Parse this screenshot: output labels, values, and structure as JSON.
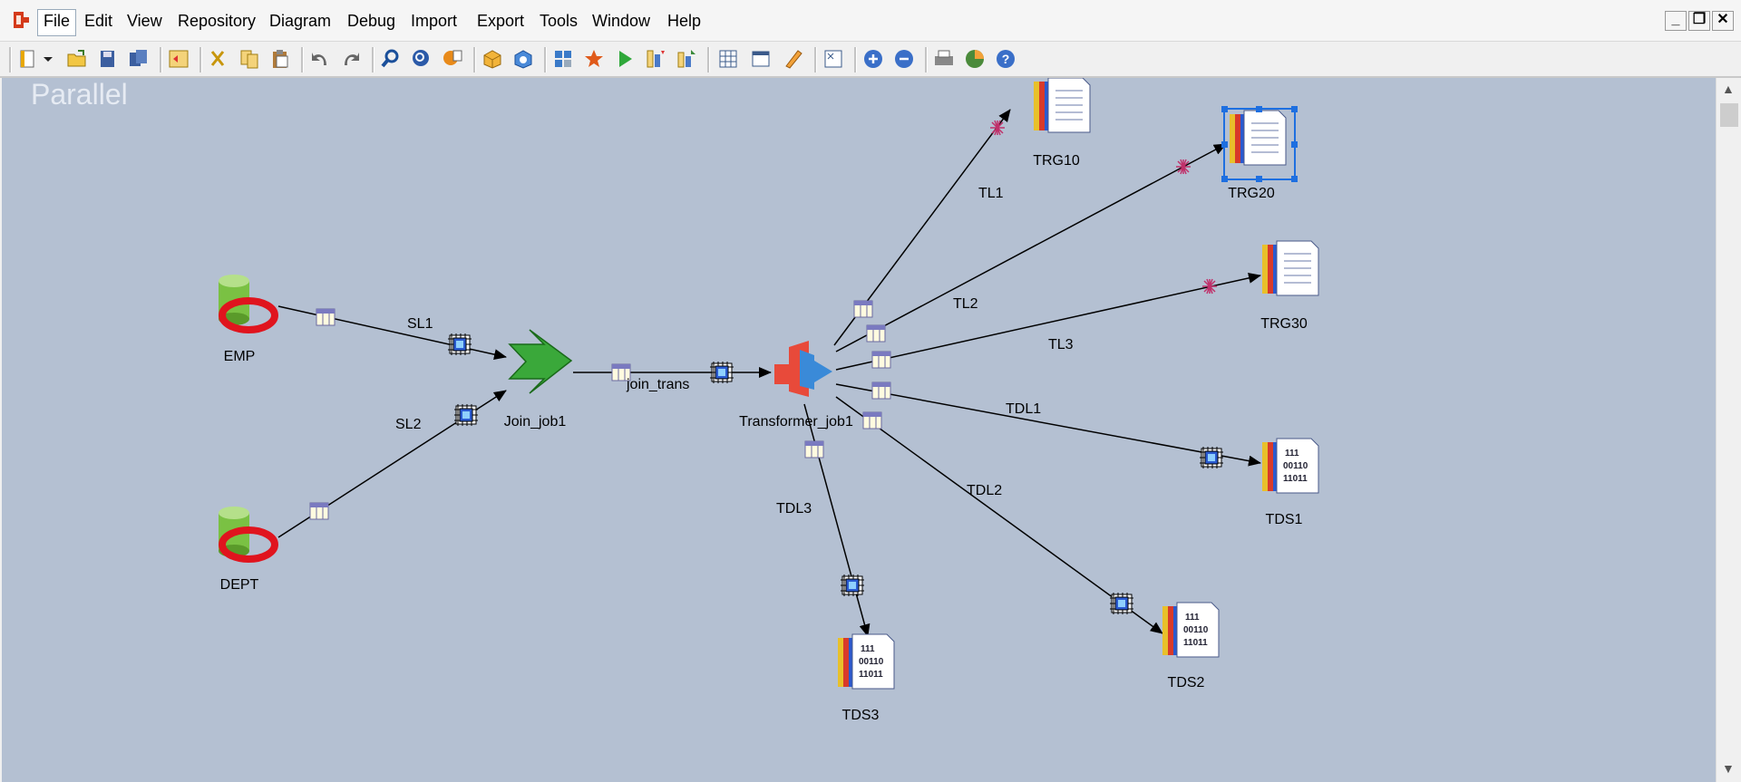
{
  "menu": {
    "file": "File",
    "edit": "Edit",
    "view": "View",
    "repository": "Repository",
    "diagram": "Diagram",
    "debug": "Debug",
    "import": "Import",
    "export": "Export",
    "tools": "Tools",
    "window": "Window",
    "help": "Help"
  },
  "window_controls": {
    "minimize": "_",
    "restore": "❐",
    "close": "✕"
  },
  "canvas": {
    "watermark": "Parallel"
  },
  "stages": {
    "emp": "EMP",
    "dept": "DEPT",
    "join": "Join_job1",
    "transformer": "Transformer_job1",
    "trg10": "TRG10",
    "trg20": "TRG20",
    "trg30": "TRG30",
    "tds1": "TDS1",
    "tds2": "TDS2",
    "tds3": "TDS3"
  },
  "links": {
    "sl1": "SL1",
    "sl2": "SL2",
    "join_trans": "join_trans",
    "tl1": "TL1",
    "tl2": "TL2",
    "tl3": "TL3",
    "tdl1": "TDL1",
    "tdl2": "TDL2",
    "tdl3": "TDL3"
  },
  "file_bits": {
    "l1": "111",
    "l2": "00110",
    "l3": "11011"
  },
  "colors": {
    "canvas": "#b4c0d2",
    "selection": "#1e6fe0",
    "db_red": "#e0141e",
    "db_green": "#7ac143",
    "join_green": "#3aa83a"
  }
}
